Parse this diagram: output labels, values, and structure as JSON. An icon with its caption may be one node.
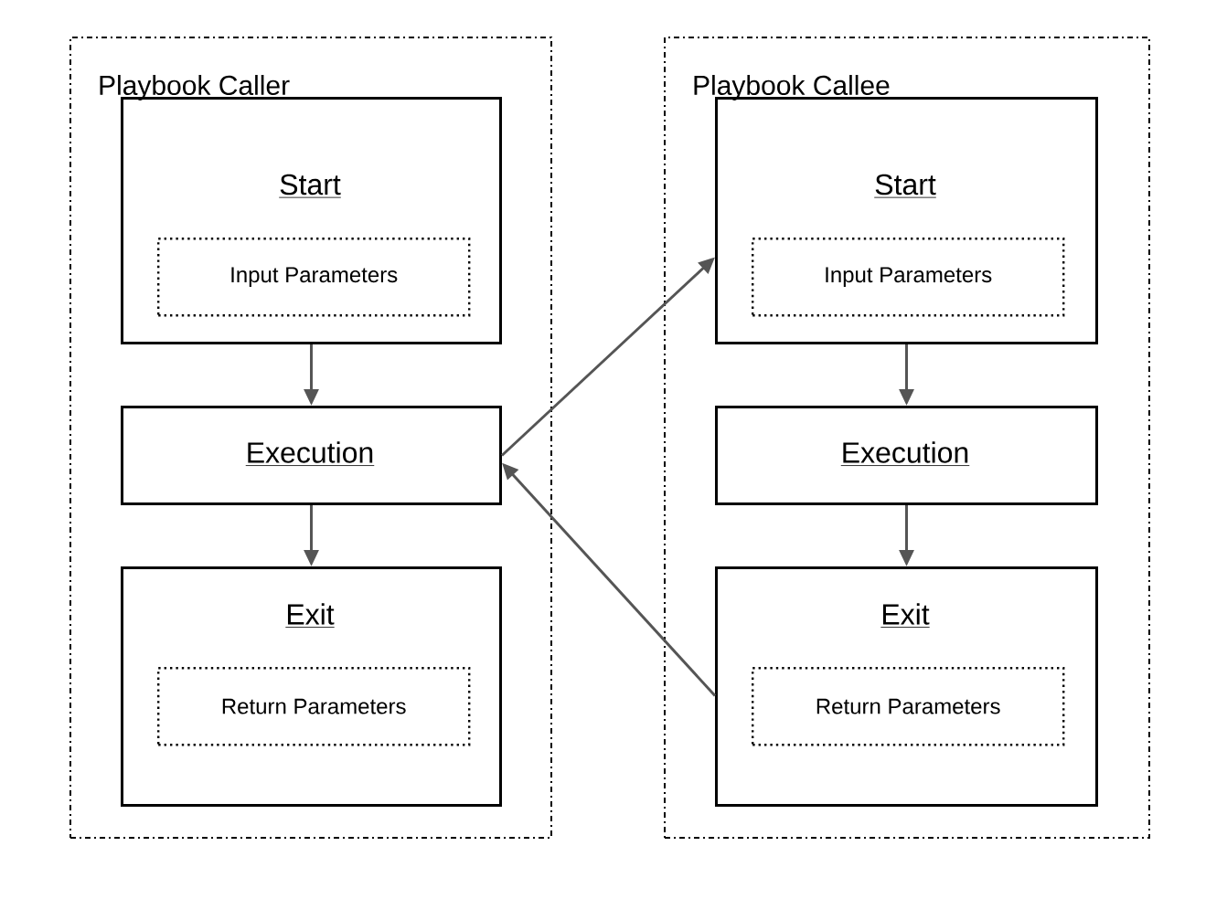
{
  "diagram": {
    "nodes": [
      {
        "text": [
          "Playbook Caller"
        ]
      },
      {
        "text": [
          "Start"
        ],
        "in": 0
      },
      {
        "text": [
          "Input Parameters"
        ],
        "in": 1
      },
      {
        "text": [
          "Execution"
        ],
        "in": 0
      },
      {
        "text": [
          "Exit"
        ],
        "in": 0
      },
      {
        "text": [
          "Return Parameters"
        ],
        "in": 4
      },
      {
        "text": [
          "Playbook Callee"
        ]
      },
      {
        "text": [
          "Start"
        ],
        "in": 6
      },
      {
        "text": [
          "Input Parameters"
        ],
        "in": 7
      },
      {
        "text": [
          "Execution"
        ],
        "in": 6
      },
      {
        "text": [
          "Exit"
        ],
        "in": 6
      },
      {
        "text": [
          "Return Parameters"
        ],
        "in": 10
      }
    ],
    "edges": [
      {
        "from": 1,
        "to": 3,
        "arrow": "to"
      },
      {
        "from": 3,
        "to": 4,
        "arrow": "to"
      },
      {
        "from": 7,
        "to": 9,
        "arrow": "to"
      },
      {
        "from": 9,
        "to": 10,
        "arrow": "to"
      },
      {
        "from": 3,
        "to": 7,
        "arrow": "to"
      },
      {
        "from": 10,
        "to": 3,
        "arrow": "to"
      }
    ]
  }
}
